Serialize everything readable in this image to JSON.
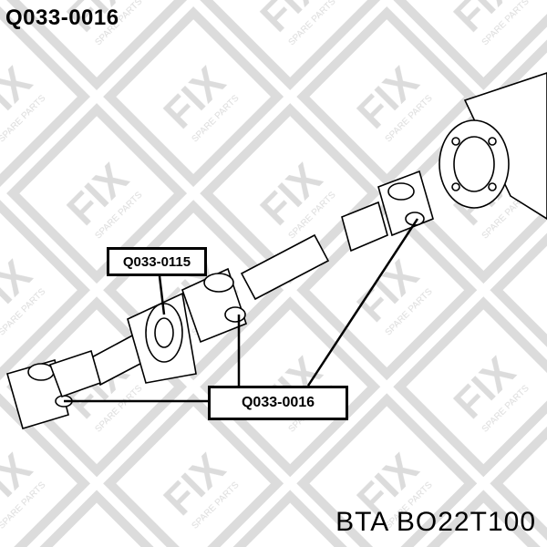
{
  "page": {
    "title": "Q033-0016",
    "footer": "BTA BO22T100"
  },
  "watermark": {
    "logo_text": "FIX",
    "tagline": "SPARE PARTS"
  },
  "callouts": [
    {
      "id": "callout-a",
      "label": "Q033-0115"
    },
    {
      "id": "callout-b",
      "label": "Q033-0016"
    }
  ],
  "colors": {
    "watermark": "#d6d6d6",
    "line": "#000000",
    "background": "#ffffff"
  }
}
